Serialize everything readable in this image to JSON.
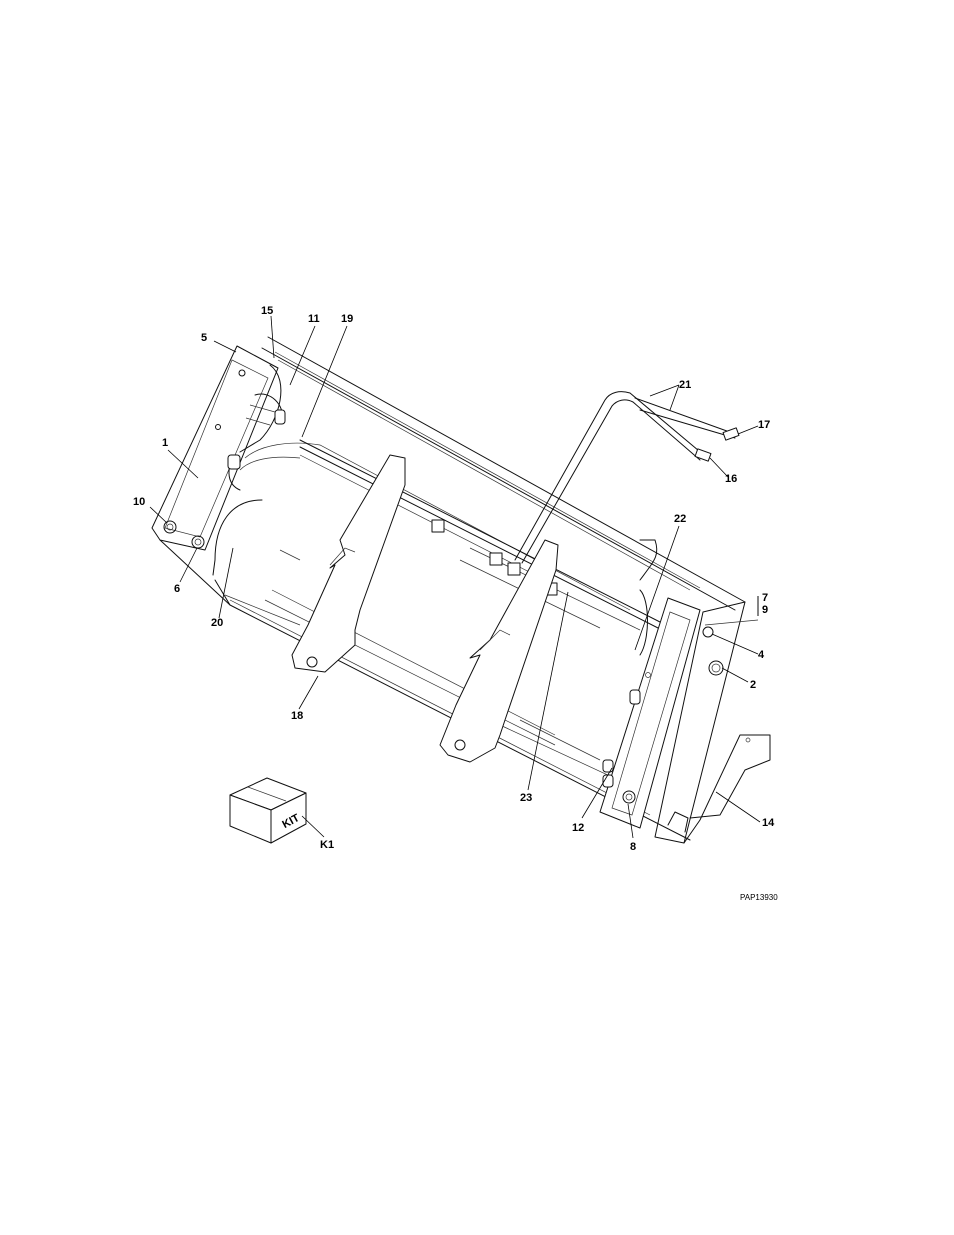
{
  "callouts": {
    "c1": "1",
    "c2": "2",
    "c4": "4",
    "c5": "5",
    "c6": "6",
    "c7": "7",
    "c8": "8",
    "c9": "9",
    "c10": "10",
    "c11": "11",
    "c12": "12",
    "c14": "14",
    "c15": "15",
    "c16": "16",
    "c17": "17",
    "c18": "18",
    "c19": "19",
    "c20": "20",
    "c21": "21",
    "c22": "22",
    "c23": "23",
    "k1": "K1"
  },
  "kit_box_label": "KIT",
  "drawing_id": "PAP13930"
}
